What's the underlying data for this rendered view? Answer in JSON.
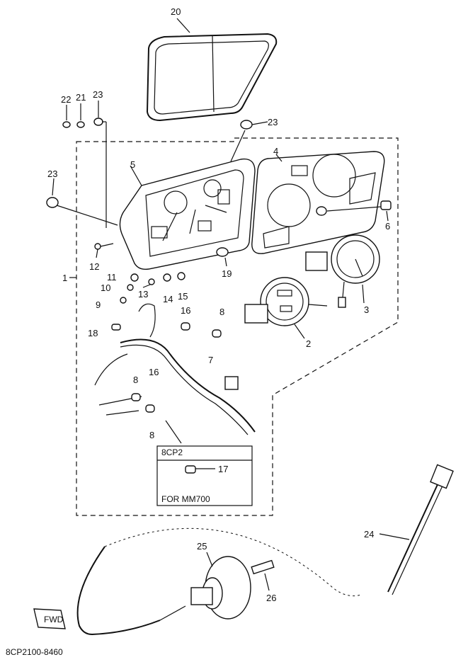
{
  "callouts": {
    "c20": "20",
    "c22": "22",
    "c21": "21",
    "c23a": "23",
    "c23b": "23",
    "c23c": "23",
    "c4": "4",
    "c5": "5",
    "c6": "6",
    "c12": "12",
    "c19": "19",
    "c1": "1",
    "c11": "11",
    "c10": "10",
    "c13": "13",
    "c14": "14",
    "c15": "15",
    "c9": "9",
    "c3": "3",
    "c16a": "16",
    "c16b": "16",
    "c8a": "8",
    "c8b": "8",
    "c8c": "8",
    "c18": "18",
    "c2": "2",
    "c7": "7",
    "c17": "17",
    "c24": "24",
    "c25": "25",
    "c26": "26"
  },
  "inset_box": {
    "model": "8CP2",
    "note": "FOR MM700"
  },
  "fwd_badge": "FWD",
  "diagram_code": "8CP2100-8460"
}
